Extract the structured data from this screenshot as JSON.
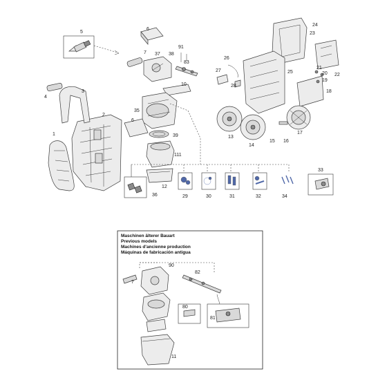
{
  "main_callouts": {
    "c1": "1",
    "c2": "2",
    "c3": "3",
    "c4": "4",
    "c5": "5",
    "c6": "6",
    "c7": "7",
    "c10": "10",
    "c12": "12",
    "c13": "13",
    "c14": "14",
    "c15": "15",
    "c16": "16",
    "c17": "17",
    "c18": "18",
    "c19": "19",
    "c20": "20",
    "c21": "21",
    "c22": "22",
    "c23": "23",
    "c24": "24",
    "c25": "25",
    "c26": "26",
    "c27": "27",
    "c28": "28",
    "c29": "29",
    "c30": "30",
    "c31": "31",
    "c32": "32",
    "c33": "33",
    "c34": "34",
    "c35": "35",
    "c36": "36",
    "c37": "37",
    "c38": "38",
    "c39": "39",
    "c83": "83",
    "c91": "91",
    "c111": "111"
  },
  "legacy_box": {
    "title_lines": [
      "Maschinen älterer Bauart",
      "Previous models",
      "Machines d'ancienne production",
      "Máquinas de fabricación antigua"
    ],
    "callouts": {
      "c7": "7",
      "c11": "11",
      "c80": "80",
      "c81": "81",
      "c82": "82",
      "c90": "90"
    }
  }
}
